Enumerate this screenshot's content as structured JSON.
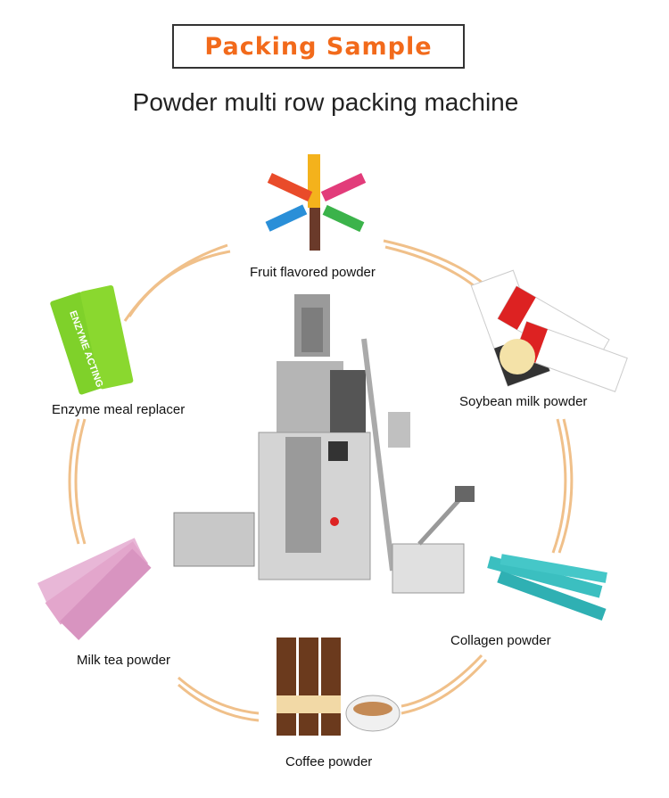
{
  "header": {
    "title": "Packing Sample",
    "subtitle": "Powder multi row packing machine"
  },
  "colors": {
    "accent": "#f26a1b",
    "ring": "#f0c08a"
  },
  "samples": [
    {
      "label": "Fruit flavored powder"
    },
    {
      "label": "Soybean milk powder"
    },
    {
      "label": "Collagen powder"
    },
    {
      "label": "Coffee powder"
    },
    {
      "label": "Milk tea powder"
    },
    {
      "label": "Enzyme meal replacer"
    }
  ],
  "product_text": {
    "enzyme_stick": "ENZYME ACTING"
  }
}
